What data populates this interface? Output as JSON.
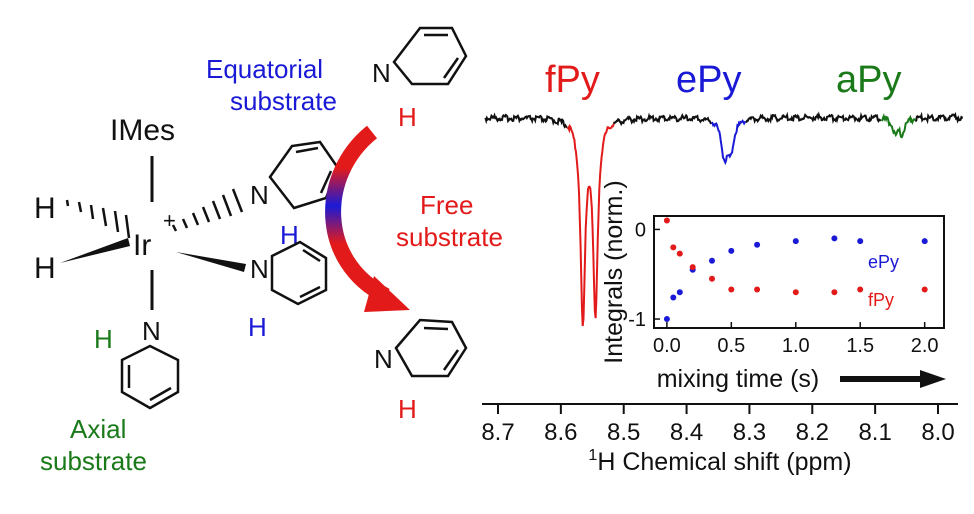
{
  "structure": {
    "ligand_top": "IMes",
    "metal": "Ir",
    "charge": "+",
    "hydride_label": "H",
    "nitrogen_label": "N",
    "ortho_h_label": "H",
    "label_equatorial_line1": "Equatorial",
    "label_equatorial_line2": "substrate",
    "label_axial_line1": "Axial",
    "label_axial_line2": "substrate",
    "label_free_line1": "Free",
    "label_free_line2": "substrate"
  },
  "colors": {
    "equatorial": "#1a1ad6",
    "axial": "#1a7a1a",
    "free": "#e31a1a",
    "baseline": "#111111"
  },
  "spectrum": {
    "peak_labels": [
      "fPy",
      "ePy",
      "aPy"
    ],
    "xlabel_sup": "1",
    "xlabel_main": "H Chemical shift (ppm)",
    "xticks": [
      "8.7",
      "8.6",
      "8.5",
      "8.4",
      "8.3",
      "8.2",
      "8.1",
      "8.0"
    ]
  },
  "chart_data": [
    {
      "type": "line",
      "xlabel": "1H Chemical shift (ppm)",
      "xlim": [
        8.72,
        7.96
      ],
      "x_reversed": true,
      "series": [
        {
          "name": "fPy",
          "peaks_ppm": [
            8.565,
            8.545
          ],
          "relative_depth": [
            -1.0,
            -0.95
          ]
        },
        {
          "name": "ePy",
          "peaks_ppm": [
            8.34,
            8.33
          ],
          "relative_depth": [
            -0.17,
            -0.15
          ]
        },
        {
          "name": "aPy",
          "peaks_ppm": [
            8.068,
            8.057
          ],
          "relative_depth": [
            -0.08,
            -0.07
          ]
        }
      ]
    },
    {
      "type": "scatter",
      "xlabel": "mixing time (s)",
      "ylabel": "Integrals (norm.)",
      "xlim": [
        -0.1,
        2.15
      ],
      "ylim": [
        -1.1,
        0.15
      ],
      "xticks": [
        "0.0",
        "0.5",
        "1.0",
        "1.5",
        "2.0"
      ],
      "yticks": [
        "0",
        "-1"
      ],
      "series": [
        {
          "name": "ePy",
          "x": [
            0.0,
            0.05,
            0.1,
            0.2,
            0.35,
            0.5,
            0.7,
            1.0,
            1.3,
            1.5,
            2.0
          ],
          "y": [
            -1.0,
            -0.76,
            -0.7,
            -0.45,
            -0.35,
            -0.24,
            -0.17,
            -0.13,
            -0.1,
            -0.13,
            -0.13
          ]
        },
        {
          "name": "fPy",
          "x": [
            0.0,
            0.05,
            0.1,
            0.2,
            0.35,
            0.5,
            0.7,
            1.0,
            1.3,
            1.5,
            2.0
          ],
          "y": [
            0.1,
            -0.2,
            -0.27,
            -0.42,
            -0.55,
            -0.67,
            -0.67,
            -0.7,
            -0.7,
            -0.67,
            -0.67
          ]
        }
      ]
    }
  ]
}
